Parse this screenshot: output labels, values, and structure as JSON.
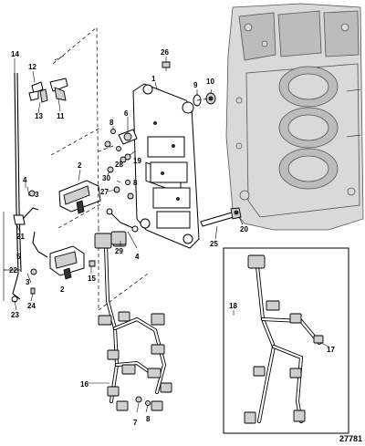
{
  "figure_number": "27781",
  "callouts": [
    {
      "id": "c1",
      "text": "1"
    },
    {
      "id": "c2",
      "text": "2"
    },
    {
      "id": "c2b",
      "text": "2"
    },
    {
      "id": "c3",
      "text": "3"
    },
    {
      "id": "c3b",
      "text": "3"
    },
    {
      "id": "c4",
      "text": "4"
    },
    {
      "id": "c4b",
      "text": "4"
    },
    {
      "id": "c5",
      "text": "5"
    },
    {
      "id": "c6",
      "text": "6"
    },
    {
      "id": "c7",
      "text": "7"
    },
    {
      "id": "c8",
      "text": "8"
    },
    {
      "id": "c8b",
      "text": "8"
    },
    {
      "id": "c8c",
      "text": "8"
    },
    {
      "id": "c9",
      "text": "9"
    },
    {
      "id": "c10",
      "text": "10"
    },
    {
      "id": "c11",
      "text": "11"
    },
    {
      "id": "c12",
      "text": "12"
    },
    {
      "id": "c13",
      "text": "13"
    },
    {
      "id": "c14",
      "text": "14"
    },
    {
      "id": "c15",
      "text": "15"
    },
    {
      "id": "c16",
      "text": "16"
    },
    {
      "id": "c17",
      "text": "17"
    },
    {
      "id": "c18",
      "text": "18"
    },
    {
      "id": "c19",
      "text": "19"
    },
    {
      "id": "c20",
      "text": "20"
    },
    {
      "id": "c21",
      "text": "21"
    },
    {
      "id": "c22",
      "text": "22"
    },
    {
      "id": "c23",
      "text": "23"
    },
    {
      "id": "c24",
      "text": "24"
    },
    {
      "id": "c25",
      "text": "25"
    },
    {
      "id": "c26",
      "text": "26"
    },
    {
      "id": "c27",
      "text": "27"
    },
    {
      "id": "c28",
      "text": "28"
    },
    {
      "id": "c29",
      "text": "29"
    },
    {
      "id": "c30",
      "text": "30"
    }
  ]
}
